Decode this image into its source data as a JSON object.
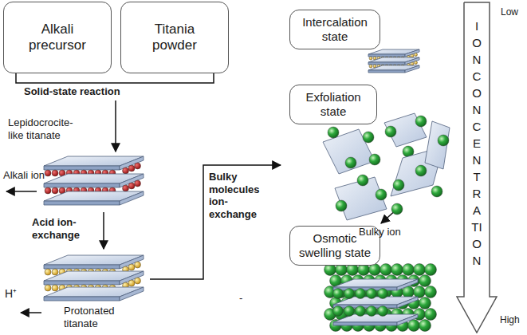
{
  "diagram": {
    "nodes": [
      {
        "text": [
          "Alkali precursor"
        ]
      },
      {
        "text": [
          "Titania powder"
        ]
      },
      {
        "text": [
          "Intercalation state"
        ]
      },
      {
        "text": [
          "Exfoliation state"
        ]
      },
      {
        "text": [
          "Osmotic swelling state"
        ]
      },
      {
        "text": [
          "ION CONCENTRATION"
        ]
      }
    ],
    "labels": [
      "Solid-state reaction",
      "Lepidocrocite-like titanate",
      "Alkali ion",
      "Acid ion-exchange",
      "H⁺",
      "-",
      "Protonated titanate",
      "Bulky molecules ion-exchange",
      "Bulky ion",
      "Low",
      "High"
    ]
  }
}
